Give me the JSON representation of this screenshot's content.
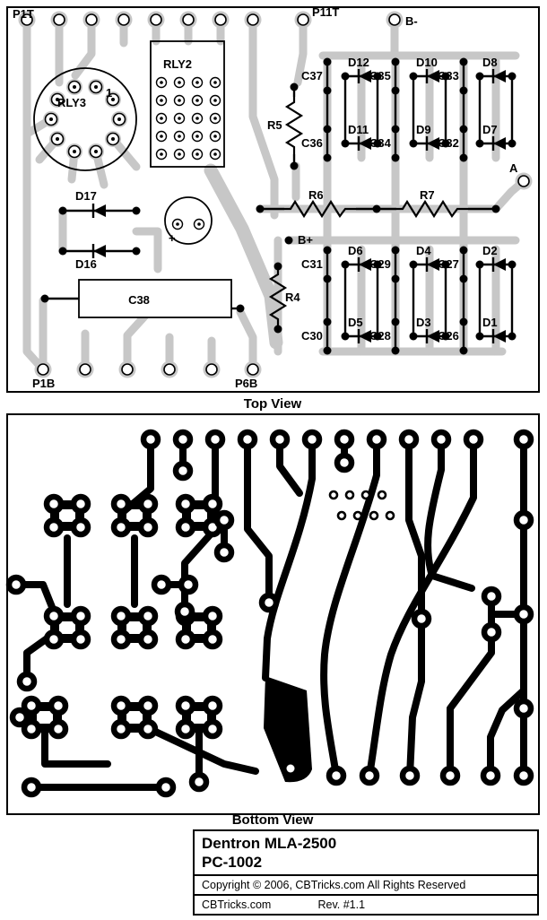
{
  "top_view": {
    "caption": "Top View",
    "labels": {
      "p1t": "P1T",
      "p11t": "P11T",
      "b_minus": "B-",
      "b_plus": "B+",
      "a": "A",
      "p1b": "P1B",
      "p6b": "P6B",
      "rly2": "RLY2",
      "rly3": "RLY3",
      "rly3_pin1": "1",
      "r4": "R4",
      "r5": "R5",
      "r6": "R6",
      "r7": "R7",
      "d1": "D1",
      "d2": "D2",
      "d3": "D3",
      "d4": "D4",
      "d5": "D5",
      "d6": "D6",
      "d7": "D7",
      "d8": "D8",
      "d9": "D9",
      "d10": "D10",
      "d11": "D11",
      "d12": "D12",
      "d16": "D16",
      "d17": "D17",
      "c26": "C26",
      "c27": "C27",
      "c28": "C28",
      "c29": "C29",
      "c30": "C30",
      "c31": "C31",
      "c32": "C32",
      "c33": "C33",
      "c34": "C34",
      "c35": "C35",
      "c36": "C36",
      "c37": "C37",
      "c38": "C38",
      "c39_polarity": "+"
    }
  },
  "bottom_view": {
    "caption": "Bottom View"
  },
  "title_block": {
    "title": "Dentron MLA-2500",
    "part_number": "PC-1002",
    "copyright": "Copyright © 2006, CBTricks.com All Rights Reserved",
    "site": "CBTricks.com",
    "revision": "Rev. #1.1"
  }
}
